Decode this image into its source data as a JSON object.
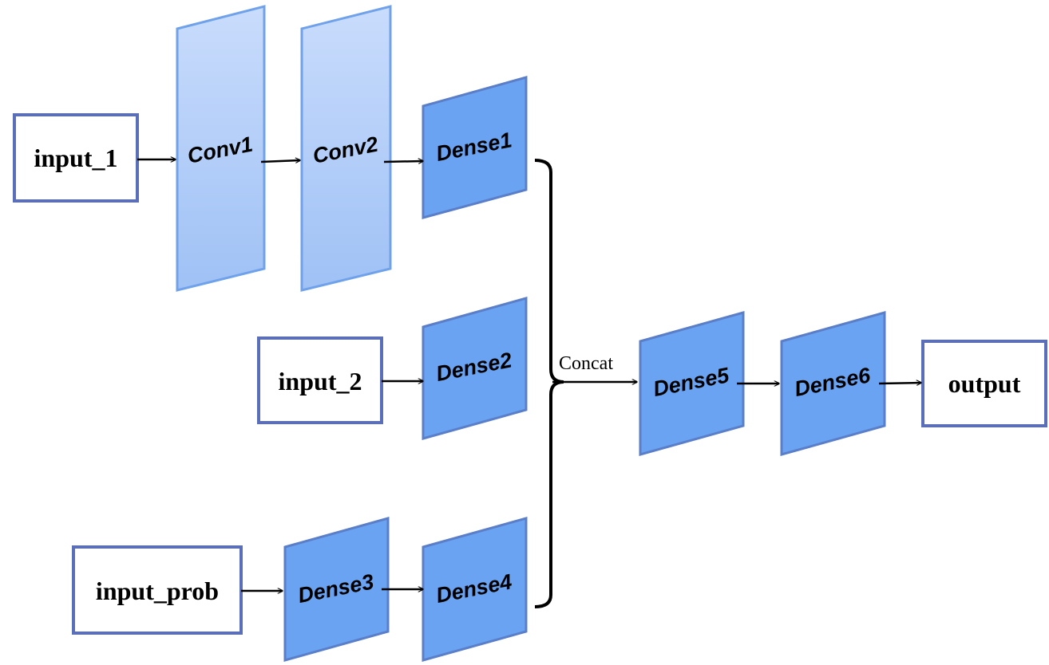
{
  "inputs": {
    "input_1": "input_1",
    "input_2": "input_2",
    "input_prob": "input_prob"
  },
  "output": "output",
  "layers": {
    "conv1": "Conv1",
    "conv2": "Conv2",
    "dense1": "Dense1",
    "dense2": "Dense2",
    "dense3": "Dense3",
    "dense4": "Dense4",
    "dense5": "Dense5",
    "dense6": "Dense6"
  },
  "concat_label": "Concat",
  "colors": {
    "box_border": "#5b6fb8",
    "dense_fill": "#6aa3f2",
    "conv_fill_top": "#c9dcfc",
    "conv_fill_bottom": "#9fc1f5",
    "arrow": "#000000"
  }
}
